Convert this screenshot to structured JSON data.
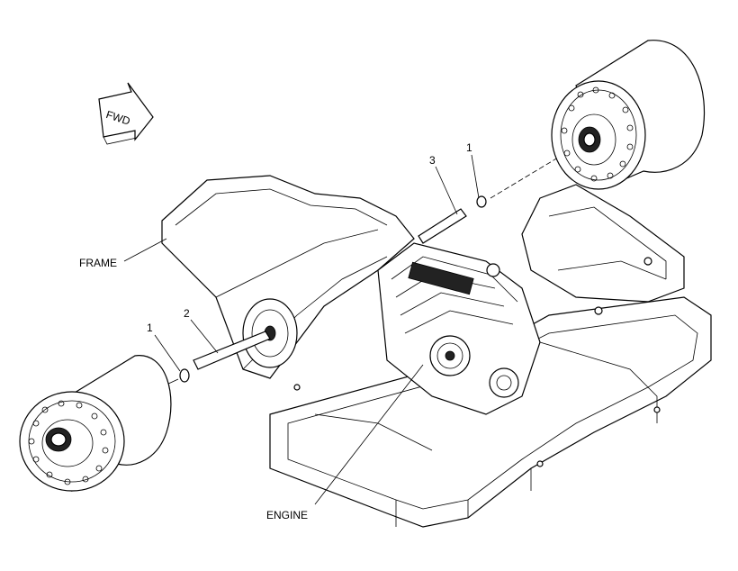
{
  "labels": {
    "fwd": "FWD",
    "frame": "FRAME",
    "engine": "ENGINE",
    "callout_1_left": "1",
    "callout_2": "2",
    "callout_3": "3",
    "callout_1_right": "1"
  }
}
